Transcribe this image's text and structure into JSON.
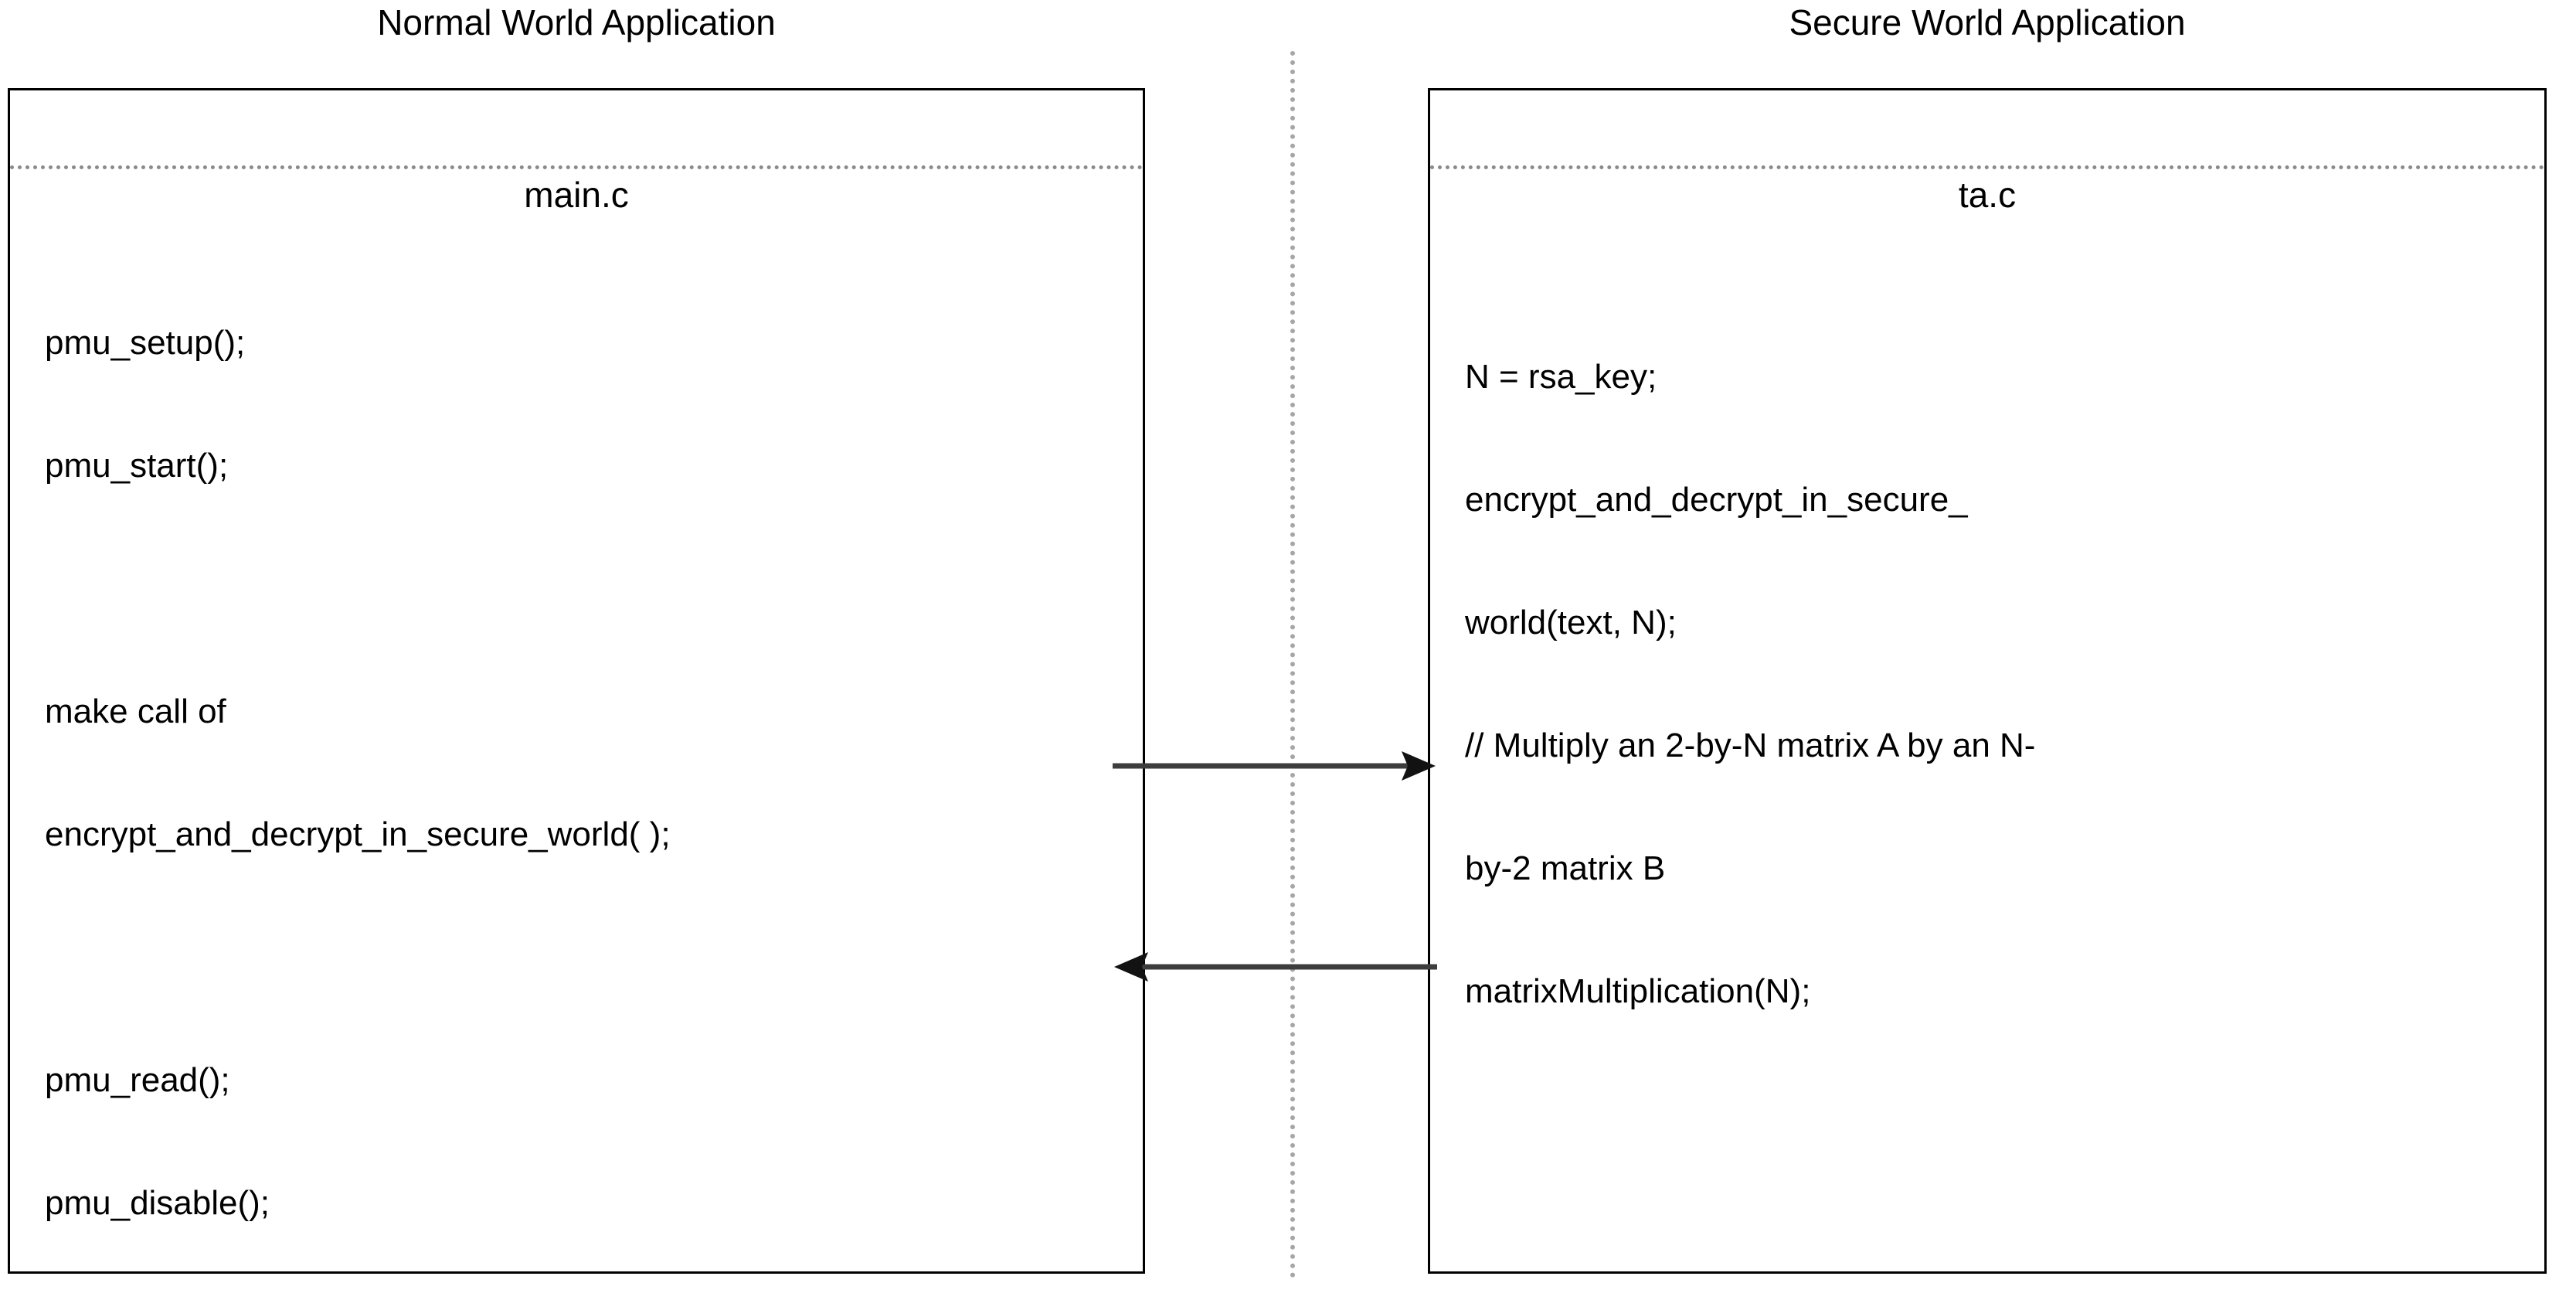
{
  "diagram": {
    "type": "two-panel-sequence",
    "background_color": "#ffffff",
    "line_color": "#3d3d3d",
    "border_color": "#000000",
    "divider_color": "#a6a6a6"
  },
  "left_panel": {
    "title": "Normal World Application",
    "file_name": "main.c",
    "code_lines": [
      "pmu_setup();",
      "pmu_start();",
      "",
      "make call of",
      "encrypt_and_decrypt_in_secure_world( );",
      "",
      "pmu_read();",
      "pmu_disable();"
    ]
  },
  "right_panel": {
    "title": "Secure World Application",
    "file_name": "ta.c",
    "code_lines": [
      "N = rsa_key;",
      "encrypt_and_decrypt_in_secure_",
      "world(text, N);",
      "// Multiply an 2-by-N matrix A by an N-",
      "by-2 matrix B",
      "matrixMultiplication(N);"
    ]
  },
  "arrows": [
    {
      "name": "call-arrow",
      "direction": "right",
      "from": "Normal World Application",
      "to": "Secure World Application",
      "label": ""
    },
    {
      "name": "return-arrow",
      "direction": "left",
      "from": "Secure World Application",
      "to": "Normal World Application",
      "label": ""
    }
  ]
}
